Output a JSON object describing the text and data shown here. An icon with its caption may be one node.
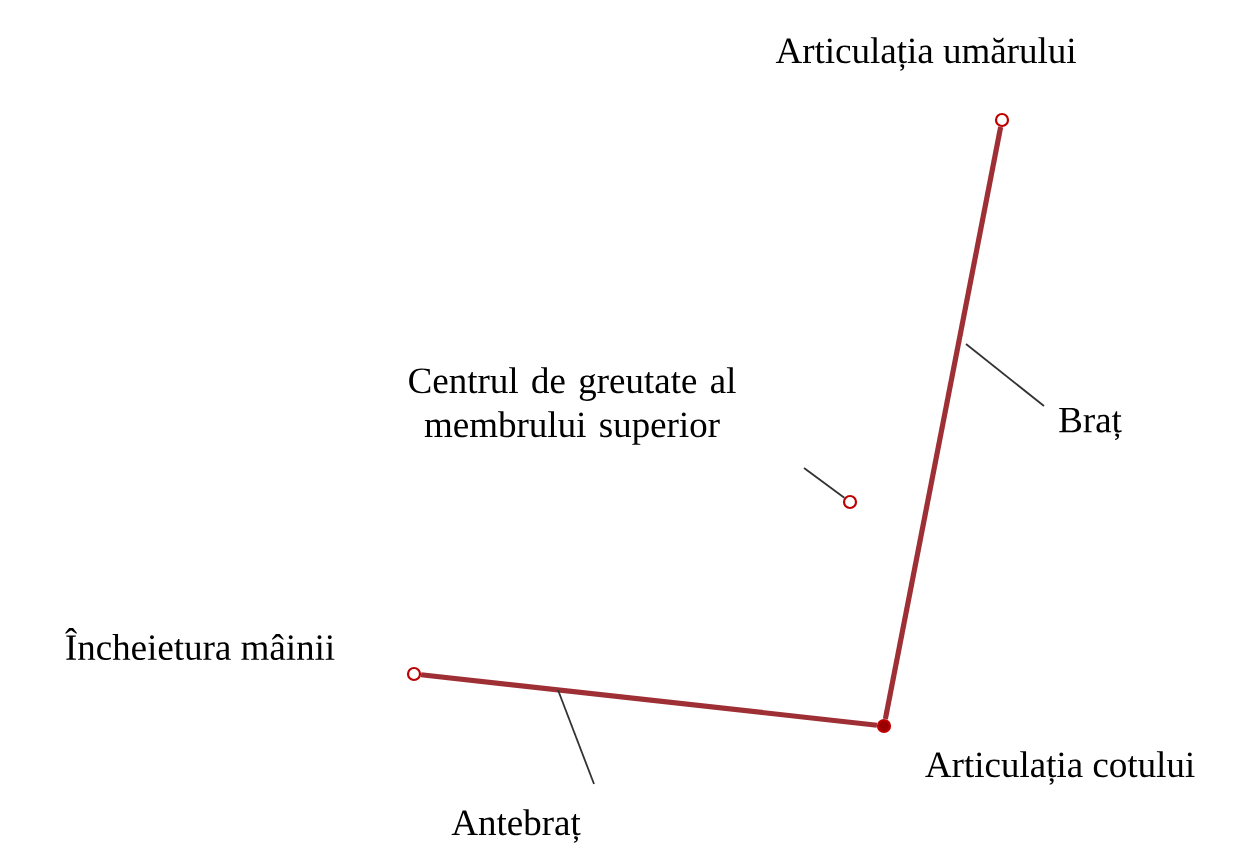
{
  "diagram": {
    "nodes": [
      {
        "text": [],
        "shape": "circle",
        "beside": [
          "Articulația umărului"
        ]
      },
      {
        "text": [],
        "shape": "circle",
        "beside": [
          "Articulația cotului"
        ]
      },
      {
        "text": [],
        "shape": "circle",
        "beside": [
          "Încheietura mâinii"
        ]
      },
      {
        "text": [],
        "shape": "circle"
      },
      {
        "text": [
          "Centrul de greutate al membrului superior"
        ]
      },
      {
        "text": [
          "Braț"
        ]
      },
      {
        "text": [
          "Antebraț"
        ]
      }
    ],
    "edges": [
      {
        "from": 0,
        "to": 1,
        "arrow": "none",
        "style": "thick",
        "color": "#9e2f35"
      },
      {
        "from": 1,
        "to": 2,
        "arrow": "none",
        "style": "thick",
        "color": "#9e2f35"
      },
      {
        "from": 4,
        "to": 3,
        "arrow": "none"
      },
      {
        "from": 5,
        "to": null,
        "arrow": "none"
      },
      {
        "from": 6,
        "to": null,
        "arrow": "none"
      }
    ]
  }
}
